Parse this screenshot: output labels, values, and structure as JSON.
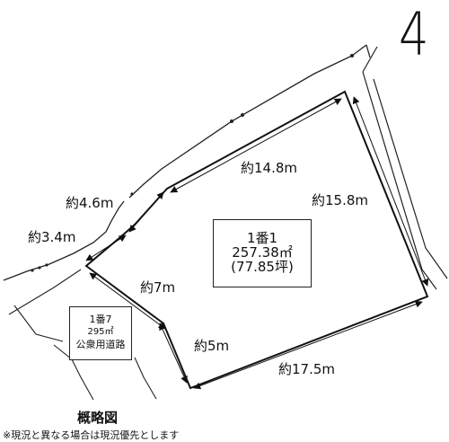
{
  "diagram": {
    "north_marker": "4",
    "parcel": {
      "number": "1番1",
      "area_sqm": "257.38㎡",
      "area_tsubo": "(77.85坪)"
    },
    "road": {
      "number": "1番7",
      "area": "295㎡",
      "type": "公衆用道路"
    },
    "dimensions": {
      "top": "約14.8m",
      "right": "約15.8m",
      "bottom": "約17.5m",
      "left_lower": "約5m",
      "left_diag": "約7m",
      "left_short": "約3.4m",
      "left_upper": "約4.6m"
    },
    "title": "概略図",
    "note": "※現況と異なる場合は現況優先とします"
  }
}
